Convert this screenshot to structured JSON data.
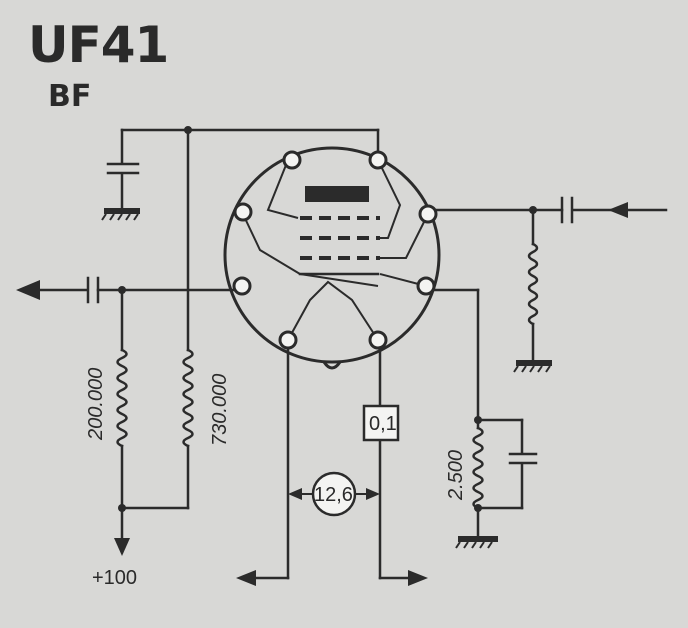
{
  "title": "UF41",
  "subtitle": "BF",
  "labels": {
    "r_anode": "200.000",
    "r_screen": "730.000",
    "r_cathode": "2.500",
    "supply": "+100",
    "capacitor_box": "0,1",
    "heater_voltage": "12,6"
  },
  "colors": {
    "background": "#d8d8d6",
    "ink": "#2b2b2b",
    "pin_fill": "#f4f4f2"
  }
}
